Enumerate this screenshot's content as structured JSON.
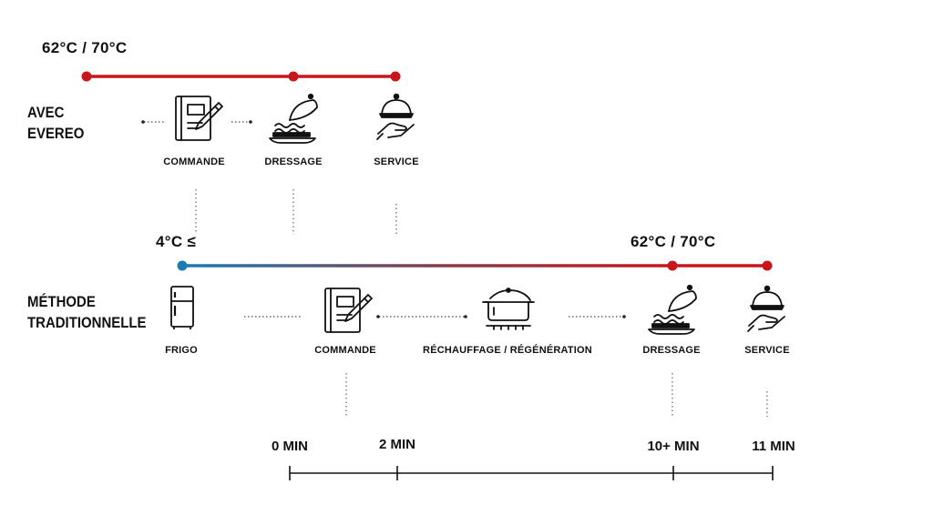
{
  "evereo": {
    "temperature": "62°C / 70°C",
    "title_line1": "AVEC",
    "title_line2": "EVEREO",
    "steps": [
      {
        "label": "COMMANDE",
        "icon": "order-notebook-icon"
      },
      {
        "label": "DRESSAGE",
        "icon": "plated-dish-cloche-icon"
      },
      {
        "label": "SERVICE",
        "icon": "serving-hand-cloche-icon"
      }
    ]
  },
  "traditional": {
    "start_temperature": "4°C ≤",
    "end_temperature": "62°C / 70°C",
    "title_line1": "MÉTHODE",
    "title_line2": "TRADITIONNELLE",
    "steps": [
      {
        "label": "FRIGO",
        "icon": "fridge-icon"
      },
      {
        "label": "COMMANDE",
        "icon": "order-notebook-icon"
      },
      {
        "label": "RÉCHAUFFAGE / RÉGÉNÉRATION",
        "icon": "cooking-pot-icon"
      },
      {
        "label": "DRESSAGE",
        "icon": "plated-dish-cloche-icon"
      },
      {
        "label": "SERVICE",
        "icon": "serving-hand-cloche-icon"
      }
    ]
  },
  "timeline": {
    "ticks": [
      "0 MIN",
      "2 MIN",
      "10+ MIN",
      "11 MIN"
    ]
  },
  "colors": {
    "hot": "#c8161d",
    "cold": "#1a7ab5",
    "ink": "#111111"
  }
}
